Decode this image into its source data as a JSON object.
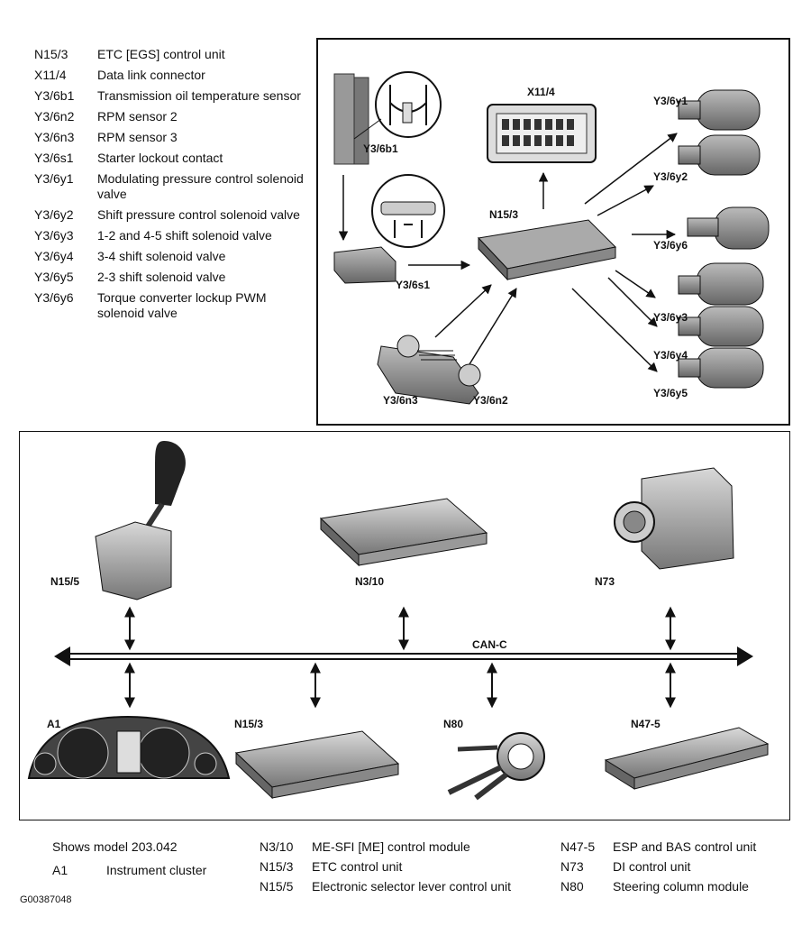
{
  "legend_top": [
    {
      "code": "N15/3",
      "desc": "ETC [EGS] control unit"
    },
    {
      "code": "X11/4",
      "desc": "Data link connector"
    },
    {
      "code": "Y3/6b1",
      "desc": "Transmission oil temperature sensor"
    },
    {
      "code": "Y3/6n2",
      "desc": "RPM sensor 2"
    },
    {
      "code": "Y3/6n3",
      "desc": "RPM sensor 3"
    },
    {
      "code": "Y3/6s1",
      "desc": "Starter lockout contact"
    },
    {
      "code": "Y3/6y1",
      "desc": "Modulating pressure control solenoid valve"
    },
    {
      "code": "Y3/6y2",
      "desc": "Shift pressure control solenoid valve"
    },
    {
      "code": "Y3/6y3",
      "desc": "1-2 and 4-5 shift solenoid valve"
    },
    {
      "code": "Y3/6y4",
      "desc": "3-4 shift solenoid valve"
    },
    {
      "code": "Y3/6y5",
      "desc": "2-3 shift solenoid valve"
    },
    {
      "code": "Y3/6y6",
      "desc": "Torque converter lockup PWM solenoid valve"
    }
  ],
  "top_diagram_labels": {
    "y3_6b1": "Y3/6b1",
    "x11_4": "X11/4",
    "n15_3": "N15/3",
    "y3_6s1": "Y3/6s1",
    "y3_6y1": "Y3/6y1",
    "y3_6y2": "Y3/6y2",
    "y3_6y6": "Y3/6y6",
    "y3_6y3": "Y3/6y3",
    "y3_6y4": "Y3/6y4",
    "y3_6y5": "Y3/6y5",
    "y3_6n3": "Y3/6n3",
    "y3_6n2": "Y3/6n2"
  },
  "bottom_diagram_labels": {
    "n15_5": "N15/5",
    "n3_10": "N3/10",
    "n73": "N73",
    "can_c": "CAN-C",
    "a1": "A1",
    "n15_3": "N15/3",
    "n80": "N80",
    "n47_5": "N47-5"
  },
  "footer": {
    "model": "Shows model 203.042",
    "col1": [
      {
        "code": "A1",
        "desc": "Instrument cluster"
      }
    ],
    "col2": [
      {
        "code": "N3/10",
        "desc": "ME-SFI [ME] control module"
      },
      {
        "code": "N15/3",
        "desc": "ETC control unit"
      },
      {
        "code": "N15/5",
        "desc": "Electronic selector lever control unit"
      }
    ],
    "col3": [
      {
        "code": "N47-5",
        "desc": "ESP and BAS control unit"
      },
      {
        "code": "N73",
        "desc": "DI control unit"
      },
      {
        "code": "N80",
        "desc": "Steering column module"
      }
    ],
    "figure_id": "G00387048"
  }
}
